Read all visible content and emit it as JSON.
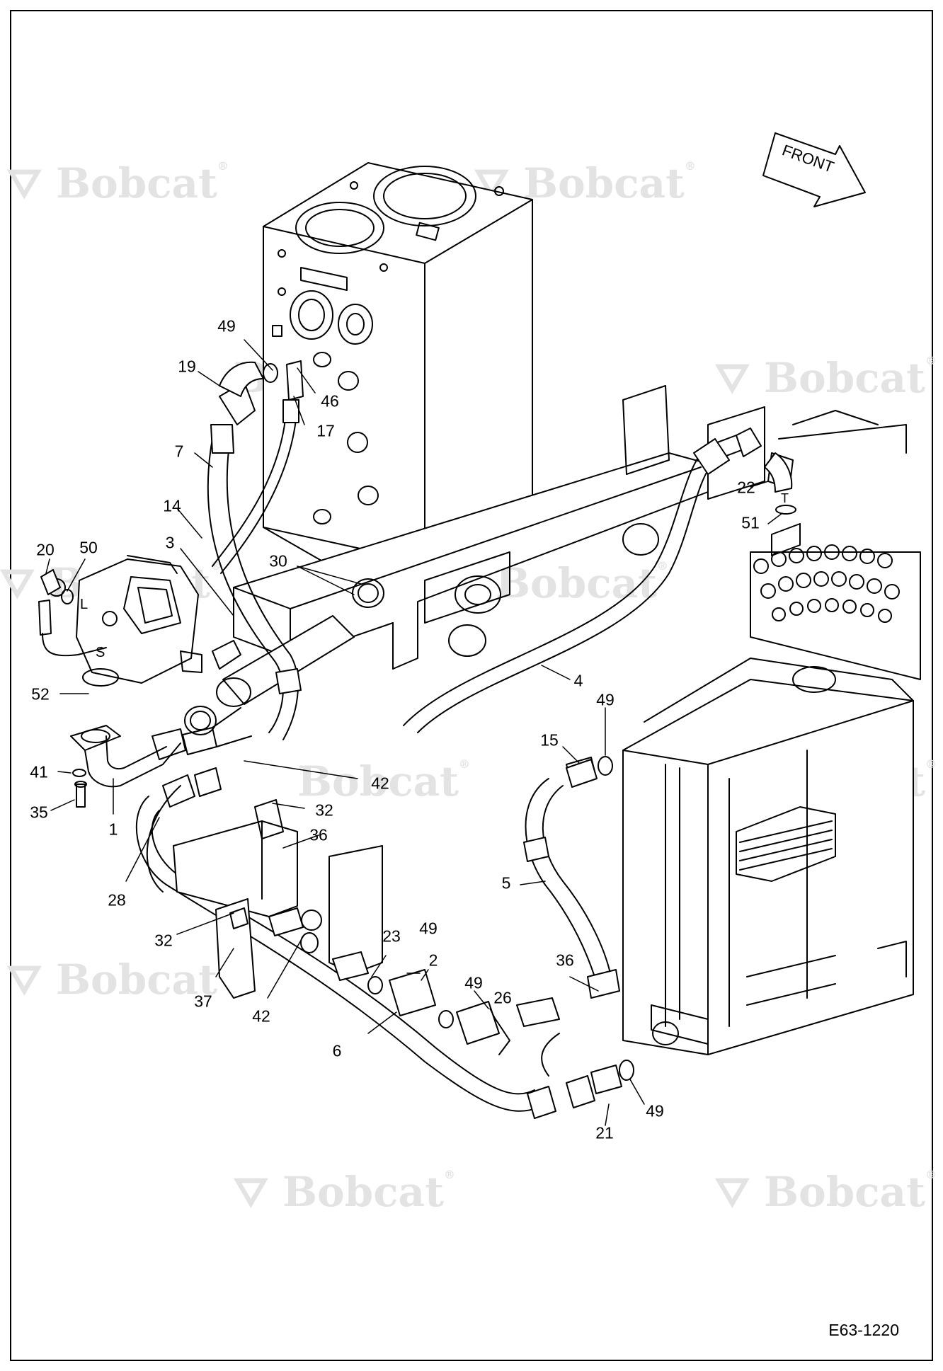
{
  "watermark": {
    "brand": "Bobcat",
    "reg": "®"
  },
  "direction_label": "FRONT",
  "figure_ref": "E63-1220",
  "port_letters": {
    "L": "L",
    "S": "S",
    "T": "T"
  },
  "callouts": [
    "49",
    "19",
    "46",
    "17",
    "7",
    "14",
    "3",
    "20",
    "50",
    "30",
    "52",
    "41",
    "35",
    "1",
    "28",
    "42",
    "32",
    "36",
    "32",
    "37",
    "42",
    "23",
    "49",
    "2",
    "49",
    "26",
    "36",
    "6",
    "5",
    "15",
    "49",
    "4",
    "22",
    "51",
    "21",
    "49"
  ],
  "colors": {
    "line": "#000000",
    "watermark": "#e3e3e3",
    "background": "#ffffff"
  }
}
